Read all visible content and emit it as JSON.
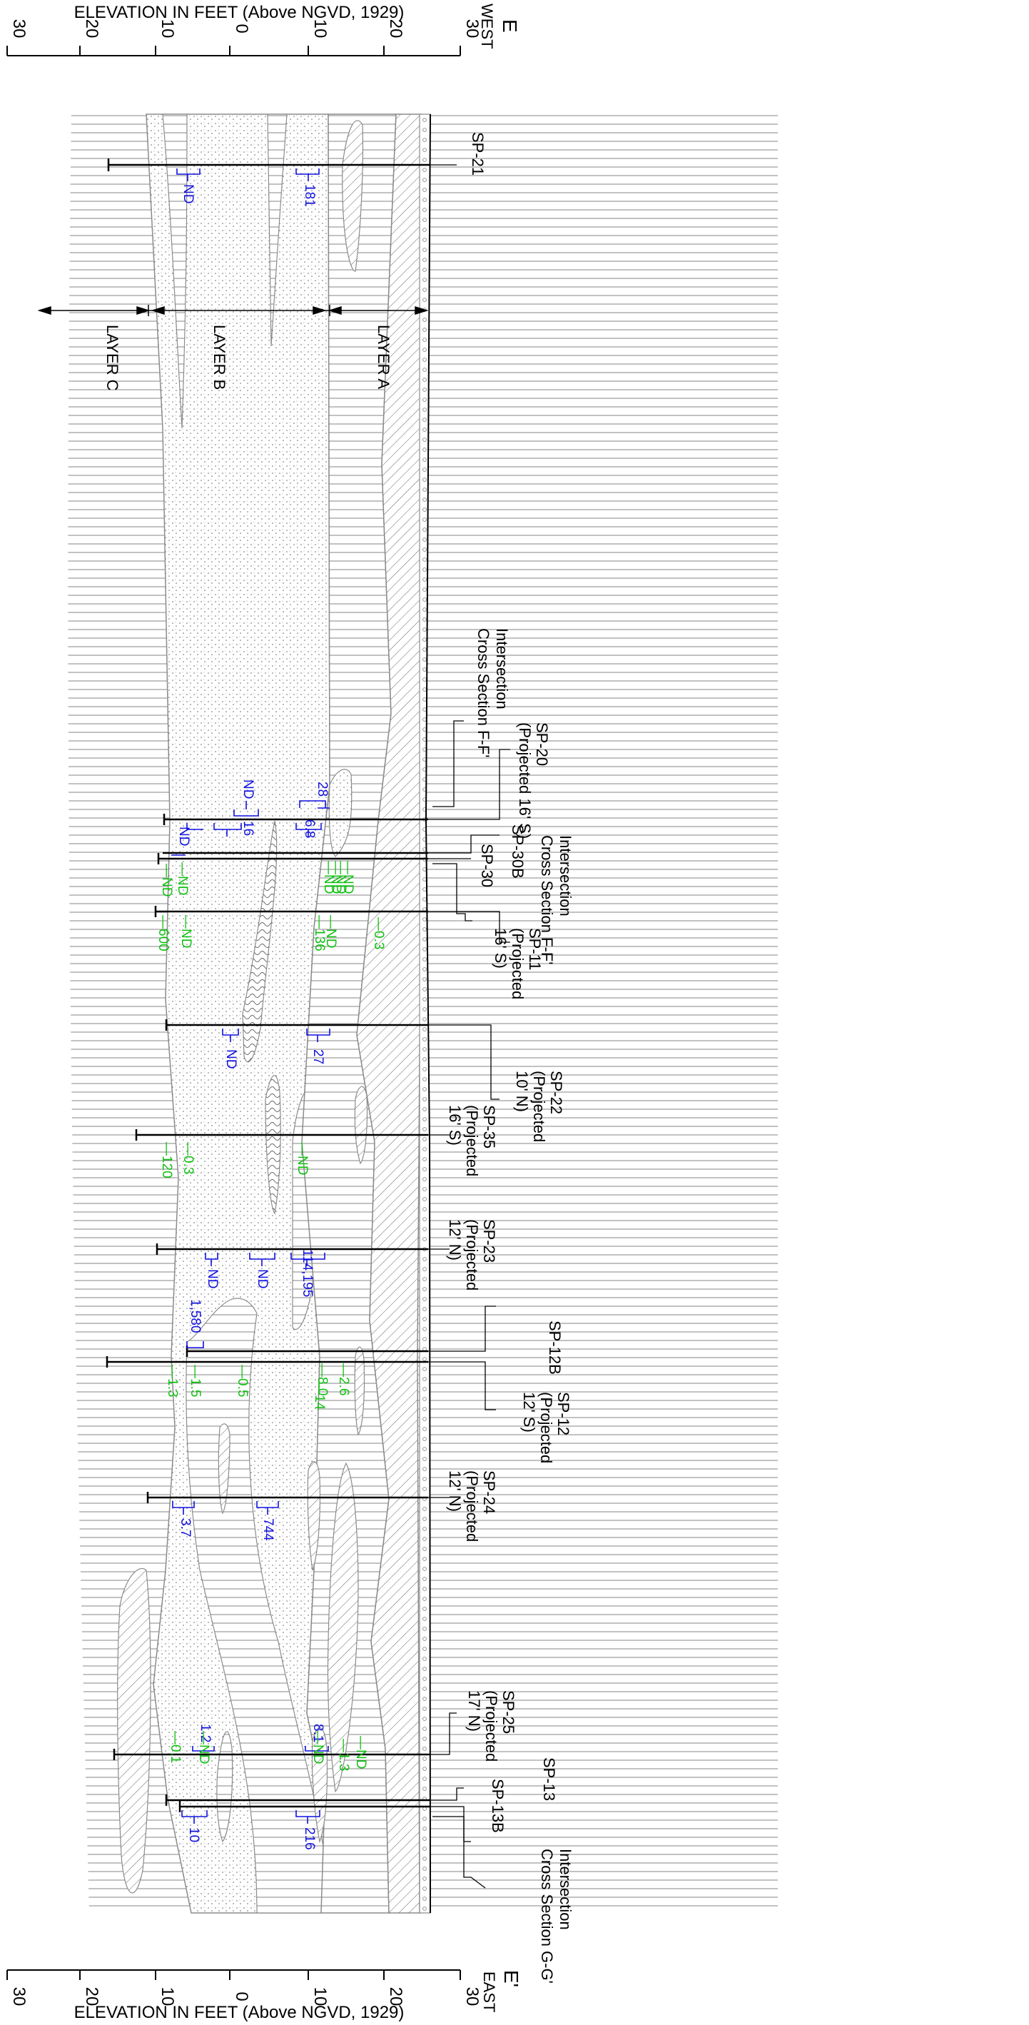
{
  "axis": {
    "title": "ELEVATION IN FEET (Above NGVD, 1929)",
    "ticks": [
      "30",
      "20",
      "10",
      "0",
      "10",
      "20",
      "30"
    ]
  },
  "ends": {
    "top": {
      "letter": "E",
      "direction": "WEST"
    },
    "bottom": {
      "letter": "E'",
      "direction": "EAST"
    }
  },
  "layers": [
    "LAYER C",
    "LAYER B",
    "LAYER A"
  ],
  "borings": [
    {
      "id": "SP-21",
      "lines": [
        "SP-21"
      ]
    },
    {
      "id": "SP-20",
      "lines": [
        "SP-20",
        "(Projected 16' S)"
      ]
    },
    {
      "id": "SP-30B",
      "lines": [
        "SP-30B"
      ]
    },
    {
      "id": "SP-30",
      "lines": [
        "SP-30"
      ]
    },
    {
      "id": "SP-11",
      "lines": [
        "SP-11",
        "(Projected",
        "16' S)"
      ]
    },
    {
      "id": "SP-22",
      "lines": [
        "SP-22",
        "(Projected",
        "10' N)"
      ]
    },
    {
      "id": "SP-35",
      "lines": [
        "SP-35",
        "(Projected",
        "16' S)"
      ]
    },
    {
      "id": "SP-23",
      "lines": [
        "SP-23",
        "(Projected",
        "12' N)"
      ]
    },
    {
      "id": "SP-12B",
      "lines": [
        "SP-12B"
      ]
    },
    {
      "id": "SP-12",
      "lines": [
        "SP-12",
        "(Projected",
        "12' S)"
      ]
    },
    {
      "id": "SP-24",
      "lines": [
        "SP-24",
        "(Projected",
        "12' N)"
      ]
    },
    {
      "id": "SP-25",
      "lines": [
        "SP-25",
        "(Projected",
        "17' N)"
      ]
    },
    {
      "id": "SP-13",
      "lines": [
        "SP-13"
      ]
    },
    {
      "id": "SP-13B",
      "lines": [
        "SP-13B"
      ]
    }
  ],
  "intersections": [
    {
      "id": "FF1",
      "lines": [
        "Intersection",
        "Cross Section F-F'"
      ]
    },
    {
      "id": "FF2",
      "lines": [
        "Intersection",
        "Cross Section F-F'"
      ]
    },
    {
      "id": "GG",
      "lines": [
        "Intersection",
        "Cross Section G-G'"
      ]
    }
  ],
  "blue_values": [
    "ND",
    "181",
    "28",
    "ND",
    "16",
    "6.8",
    "ND",
    "ND",
    "27",
    "ND",
    "ND",
    "114,195",
    "1,580",
    "3.7",
    "744",
    "1.2",
    "8.1",
    "10",
    "216"
  ],
  "green_values": [
    "ND",
    "ND",
    "ND",
    "ND",
    "ND",
    "ND",
    "0.3",
    "ND",
    "600",
    "136",
    "ND",
    "ND",
    "0.3",
    "120",
    "2.6",
    "8.0",
    "14",
    "0.5",
    "1.5",
    "1.3",
    "ND",
    "1.3",
    "ND",
    "ND",
    "0.1"
  ],
  "colors": {
    "blue": "#1010e0",
    "green": "#10c010",
    "line": "#000000",
    "contact": "#8c8c8c"
  }
}
